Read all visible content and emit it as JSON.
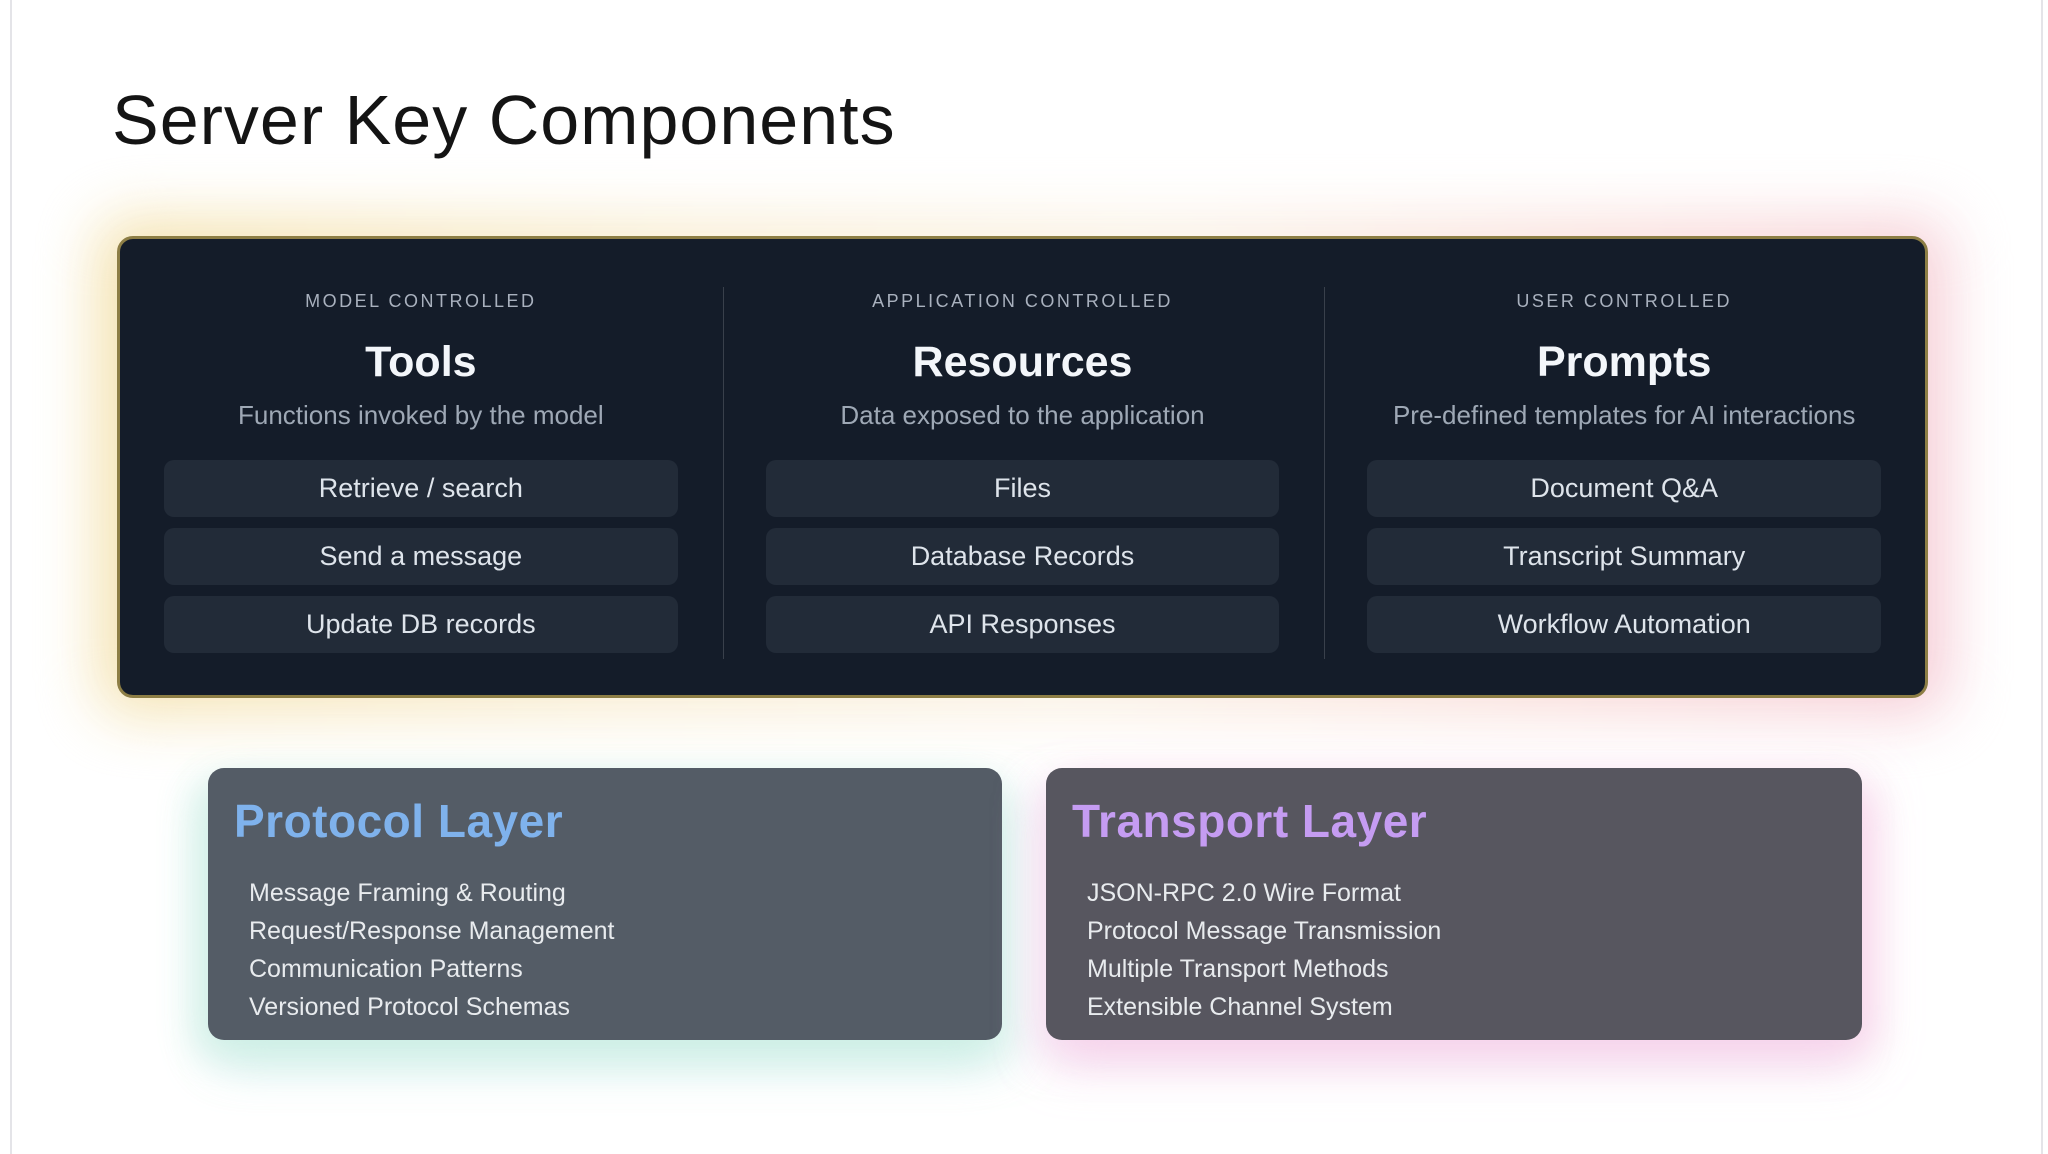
{
  "page": {
    "title": "Server Key Components",
    "background": "#ffffff"
  },
  "panel": {
    "background": "#141c29",
    "border_color": "#8d7e45",
    "glow_colors": [
      "#f3dfa6",
      "#f8ecd0",
      "#f9dcd8",
      "#f5c9d4"
    ],
    "columns": [
      {
        "label": "MODEL CONTROLLED",
        "title": "Tools",
        "subtitle": "Functions invoked by the model",
        "items": [
          "Retrieve / search",
          "Send a message",
          "Update DB records"
        ]
      },
      {
        "label": "APPLICATION CONTROLLED",
        "title": "Resources",
        "subtitle": "Data exposed to the application",
        "items": [
          "Files",
          "Database Records",
          "API Responses"
        ]
      },
      {
        "label": "USER CONTROLLED",
        "title": "Prompts",
        "subtitle": "Pre-defined templates for AI interactions",
        "items": [
          "Document Q&A",
          "Transcript Summary",
          "Workflow Automation"
        ]
      }
    ]
  },
  "cards": [
    {
      "title": "Protocol Layer",
      "accent_color": "#7fb2ec",
      "background": "#545c66",
      "items": [
        "Message Framing & Routing",
        "Request/Response Management",
        "Communication Patterns",
        "Versioned Protocol Schemas"
      ]
    },
    {
      "title": "Transport Layer",
      "accent_color": "#c59cf2",
      "background": "#57565f",
      "items": [
        "JSON-RPC 2.0 Wire Format",
        "Protocol Message Transmission",
        "Multiple Transport Methods",
        "Extensible Channel System"
      ]
    }
  ]
}
